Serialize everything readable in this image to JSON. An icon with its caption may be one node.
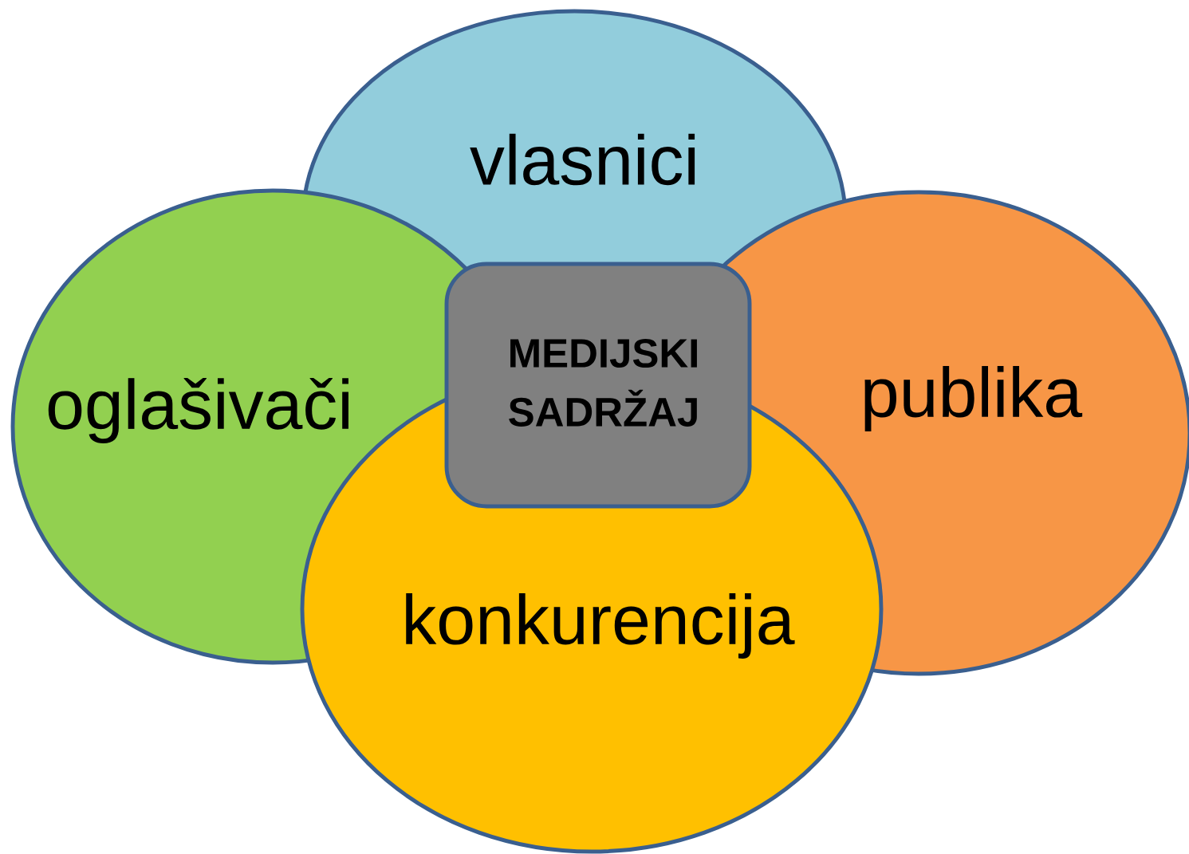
{
  "diagram": {
    "nodes": [
      {
        "text": [
          "vlasnici"
        ]
      },
      {
        "text": [
          "oglašivači"
        ]
      },
      {
        "text": [
          "publika"
        ]
      },
      {
        "text": [
          "konkurencija"
        ]
      },
      {
        "text": [
          "MEDIJSKI SADRŽAJ"
        ]
      }
    ]
  }
}
